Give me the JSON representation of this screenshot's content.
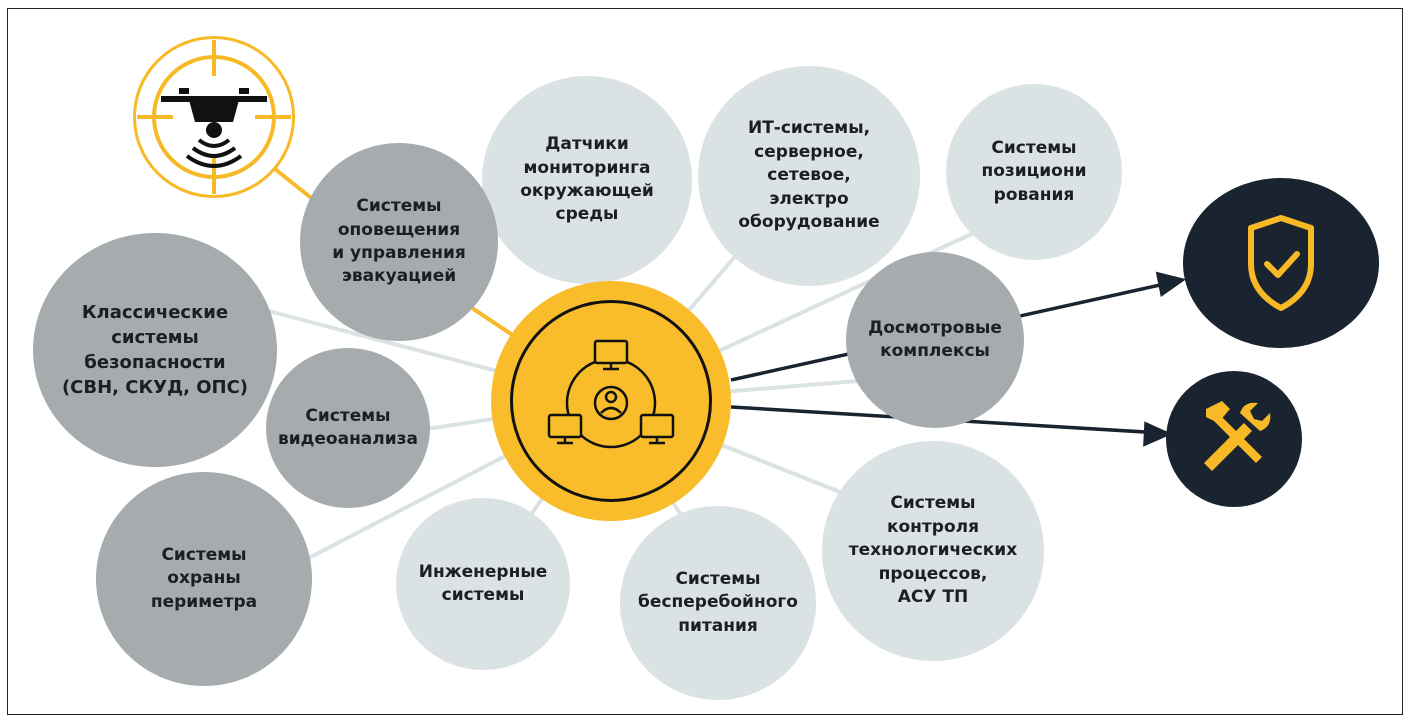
{
  "colors": {
    "hub": "#f9bd2c",
    "light_node": "#dbe2e4",
    "dark_node": "#a6abad",
    "dark_icon_bg": "#1a2430",
    "accent": "#f7b925"
  },
  "hub": {
    "icon": "network-users-icon"
  },
  "drone": {
    "icon": "drone-target-icon"
  },
  "nodes": [
    {
      "id": "video-analytics",
      "label": "Системы\nвидеоанализа"
    },
    {
      "id": "engineering",
      "label": "Инженерные\nсистемы"
    },
    {
      "id": "ups",
      "label": "Системы\nбесперебойного\nпитания"
    },
    {
      "id": "perimeter",
      "label": "Системы\nохраны\nпериметра"
    },
    {
      "id": "classic-security",
      "label": "Классические\nсистемы\nбезопасности\n(СВН, СКУД, ОПС)"
    },
    {
      "id": "process-control",
      "label": "Системы\nконтроля\nтехнологических\nпроцессов,\nАСУ ТП"
    },
    {
      "id": "positioning",
      "label": "Системы\nпозициони\nрования"
    },
    {
      "id": "it-systems",
      "label": "ИТ-системы,\nсерверное,\nсетевое,\nэлектро\nоборудование"
    },
    {
      "id": "env-sensors",
      "label": "Датчики\nмониторинга\nокружающей\nсреды"
    },
    {
      "id": "evacuation",
      "label": "Системы\nоповещения\nи управления\nэвакуацией"
    },
    {
      "id": "inspection",
      "label": "Досмотровые\nкомплексы"
    }
  ],
  "outputs": [
    {
      "id": "security-shield",
      "icon": "shield-check-icon"
    },
    {
      "id": "maintenance-tools",
      "icon": "wrench-hammer-icon"
    }
  ]
}
